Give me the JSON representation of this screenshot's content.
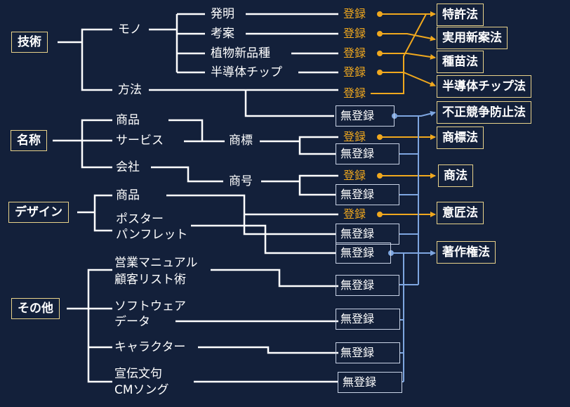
{
  "categories": {
    "tech": "技術",
    "name": "名称",
    "design": "デザイン",
    "other": "その他"
  },
  "items": {
    "mono": "モノ",
    "method": "方法",
    "invention": "発明",
    "idea": "考案",
    "plant": "植物新品種",
    "chip": "半導体チップ",
    "product": "商品",
    "service": "サービス",
    "company": "会社",
    "trademark": "商標",
    "tradename": "商号",
    "design_product": "商品",
    "poster1": "ポスター",
    "poster2": "パンフレット",
    "manual1": "営業マニュアル",
    "manual2": "顧客リスト術",
    "software1": "ソフトウェア",
    "software2": "データ",
    "character": "キャラクター",
    "slogan1": "宣伝文句",
    "slogan2": "CMソング"
  },
  "status": {
    "registered": "登録",
    "unregistered": "無登録"
  },
  "laws": {
    "patent": "特許法",
    "utility": "実用新案法",
    "seed": "種苗法",
    "semiconductor": "半導体チップ法",
    "unfair": "不正競争防止法",
    "trademark_law": "商標法",
    "commercial": "商法",
    "design_law": "意匠法",
    "copyright": "著作権法"
  },
  "colors": {
    "background": "#13203a",
    "white_line": "#ffffff",
    "registered_line": "#f0a81e",
    "unregistered_line": "#7ea6e0",
    "border": "#e8d28a"
  }
}
